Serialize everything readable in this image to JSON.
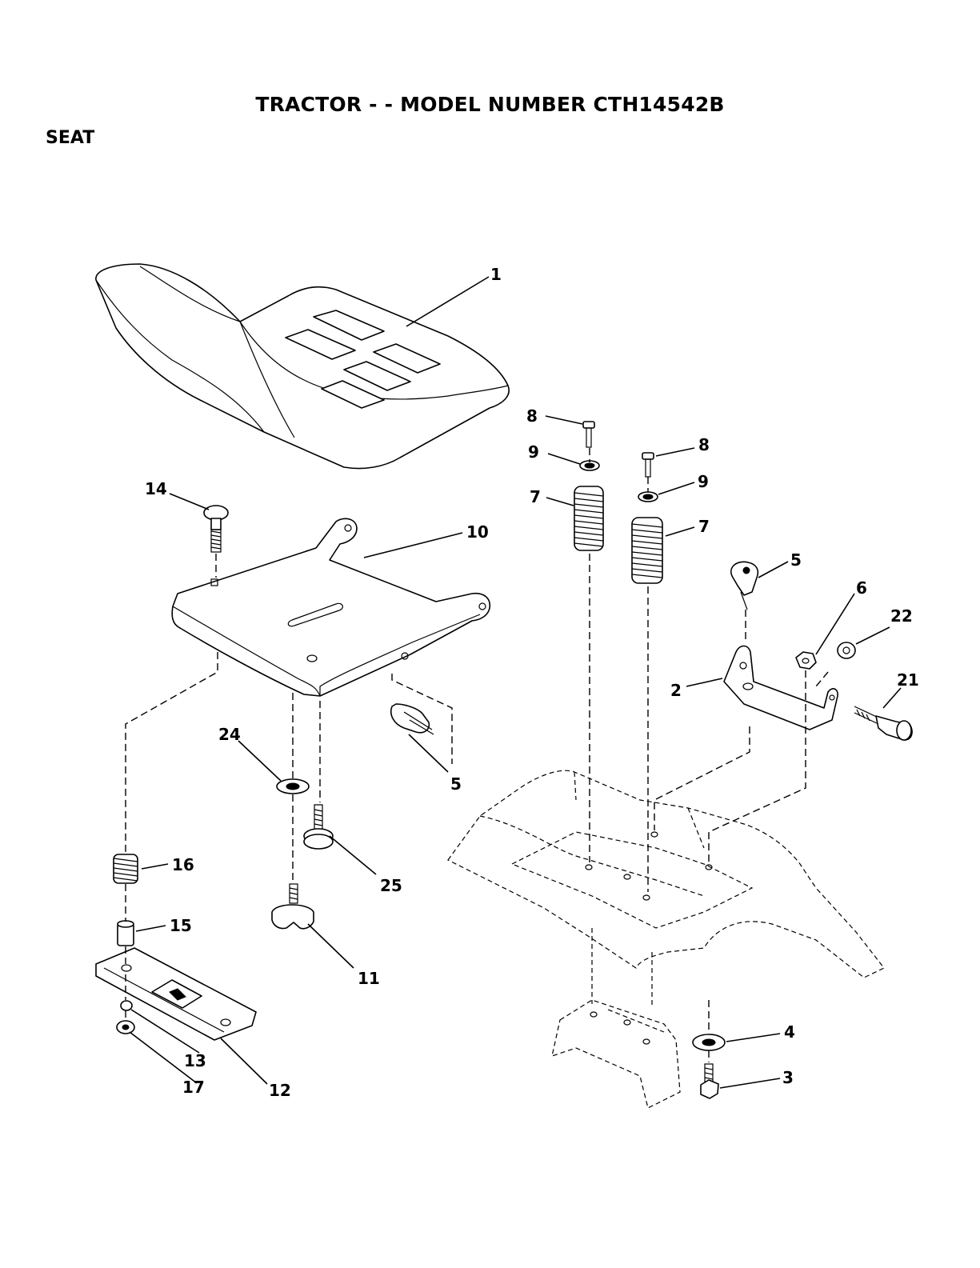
{
  "header": {
    "title": "TRACTOR - - MODEL NUMBER CTH14542B",
    "section": "SEAT"
  },
  "callouts": [
    {
      "id": "c1",
      "label": "1"
    },
    {
      "id": "c14",
      "label": "14"
    },
    {
      "id": "c10",
      "label": "10"
    },
    {
      "id": "c5a",
      "label": "5"
    },
    {
      "id": "c24",
      "label": "24"
    },
    {
      "id": "c25",
      "label": "25"
    },
    {
      "id": "c16",
      "label": "16"
    },
    {
      "id": "c15",
      "label": "15"
    },
    {
      "id": "c11",
      "label": "11"
    },
    {
      "id": "c13",
      "label": "13"
    },
    {
      "id": "c17",
      "label": "17"
    },
    {
      "id": "c12",
      "label": "12"
    },
    {
      "id": "c8a",
      "label": "8"
    },
    {
      "id": "c9a",
      "label": "9"
    },
    {
      "id": "c7a",
      "label": "7"
    },
    {
      "id": "c8b",
      "label": "8"
    },
    {
      "id": "c9b",
      "label": "9"
    },
    {
      "id": "c7b",
      "label": "7"
    },
    {
      "id": "c5b",
      "label": "5"
    },
    {
      "id": "c6",
      "label": "6"
    },
    {
      "id": "c22",
      "label": "22"
    },
    {
      "id": "c2",
      "label": "2"
    },
    {
      "id": "c21",
      "label": "21"
    },
    {
      "id": "c4",
      "label": "4"
    },
    {
      "id": "c3",
      "label": "3"
    }
  ]
}
